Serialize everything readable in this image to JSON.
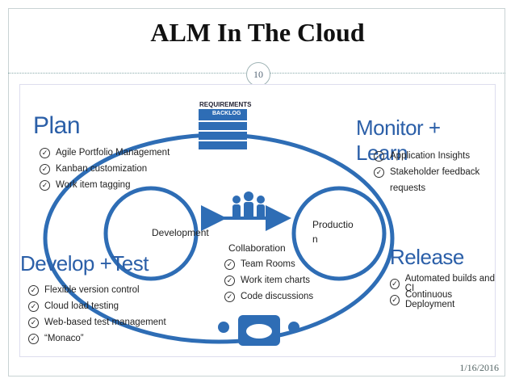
{
  "slide": {
    "title": "ALM In The Cloud",
    "page_number": "10",
    "date": "1/16/2016"
  },
  "diagram": {
    "requirements_label": "REQUIREMENTS",
    "backlog_label": "BACKLOG",
    "development_label": "Development",
    "production_label_1": "Productio",
    "production_label_2": "n",
    "collaboration": {
      "heading": "Collaboration",
      "items": [
        "Team Rooms",
        "Work item charts",
        "Code discussions"
      ]
    },
    "plan": {
      "heading": "Plan",
      "items": [
        "Agile Portfolio Management",
        "Kanban customization",
        "Work item tagging"
      ]
    },
    "monitor": {
      "heading": "Monitor + Learn",
      "items": [
        "Application Insights",
        "Stakeholder feedback",
        "requests"
      ]
    },
    "develop": {
      "heading": "Develop +Test",
      "items": [
        "Flexible version control",
        "Cloud load testing",
        "Web-based test management",
        "“Monaco”"
      ]
    },
    "release": {
      "heading": "Release",
      "items": [
        "Automated builds and CI",
        "Continuous Deployment"
      ]
    },
    "colors": {
      "accent": "#2b5fa8",
      "ring": "#2e6db5"
    }
  }
}
